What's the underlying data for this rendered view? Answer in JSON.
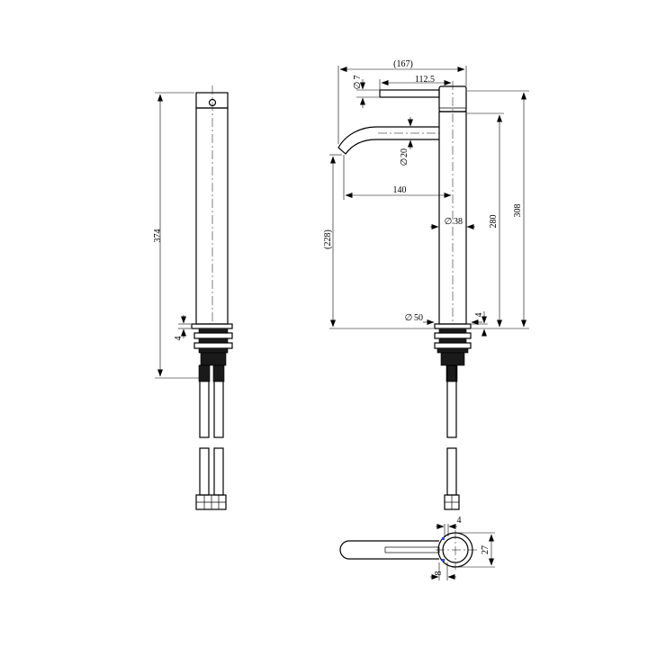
{
  "side_view": {
    "overall_height": "374",
    "base_thickness": "4"
  },
  "front_view": {
    "overall_reach": "(167)",
    "handle_length": "112.5",
    "handle_diameter": "7",
    "spout_diameter": "20",
    "spout_reach": "140",
    "body_diameter": "38",
    "spout_height": "(228)",
    "body_height": "280",
    "total_height": "308",
    "base_diameter": "50",
    "base_thickness": "4"
  },
  "top_view": {
    "slot_offset": "4",
    "handle_offset": "8",
    "body_depth": "27"
  },
  "diameter_symbol": "∅"
}
